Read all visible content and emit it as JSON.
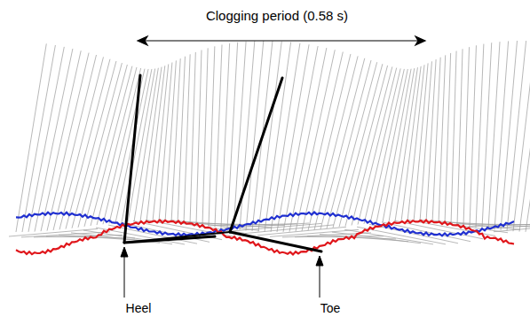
{
  "diagram": {
    "labels": [
      "Clogging period (0.58 s)",
      "Heel",
      "Toe"
    ]
  }
}
